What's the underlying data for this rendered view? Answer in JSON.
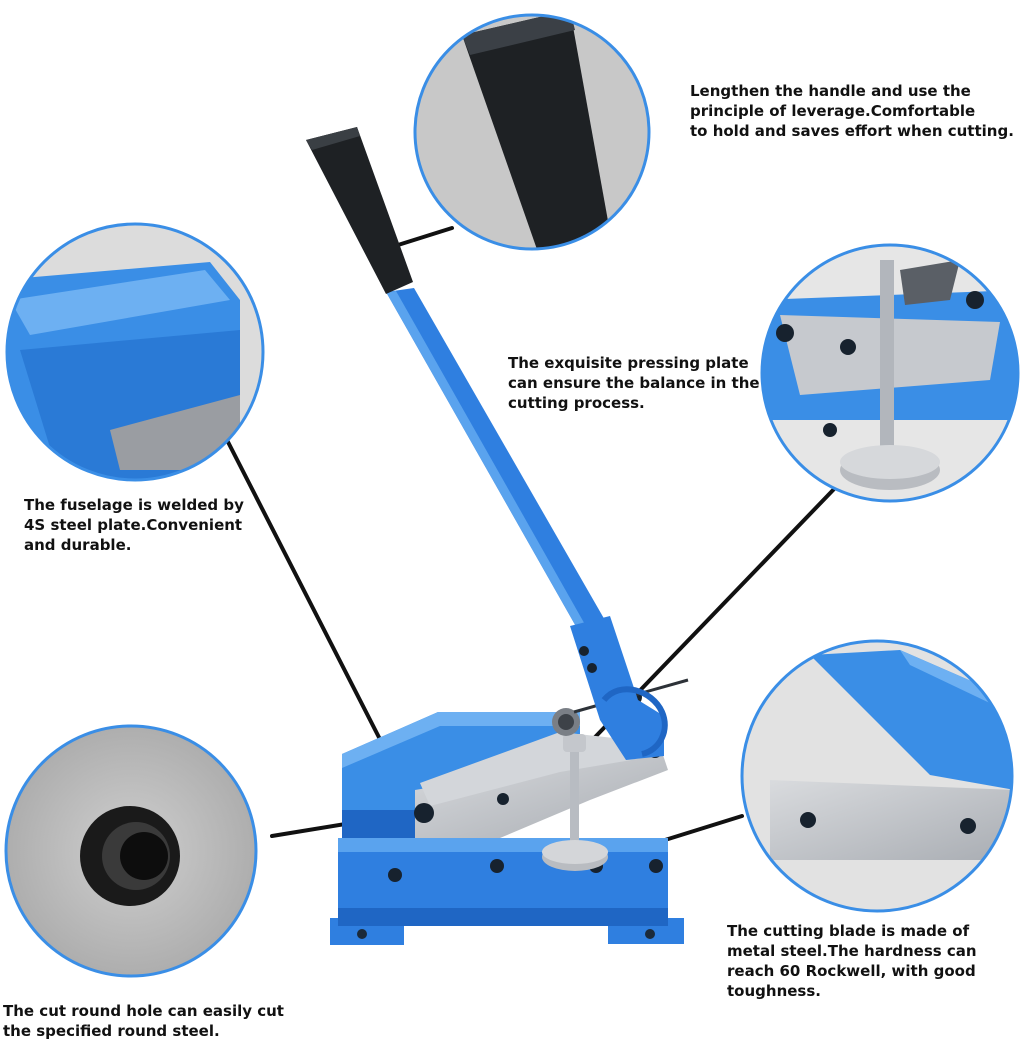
{
  "colors": {
    "accent_blue": "#3a8ee6",
    "machine_blue": "#2f7fe0",
    "machine_blue_dark": "#1f66c4",
    "grip_black": "#1e2124",
    "steel": "#c9ccd1",
    "leader_line": "#111111"
  },
  "captions": {
    "handle": "Lengthen the handle and use the\nprinciple of leverage.Comfortable\nto hold and saves effort when cutting.",
    "pressing_plate": "The exquisite pressing plate\ncan ensure the balance in the\ncutting process.",
    "fuselage": "The fuselage is welded by\n4S steel plate.Convenient\nand durable.",
    "blade": "The cutting blade is made of\nmetal steel.The hardness can\nreach 60 Rockwell, with good\ntoughness.",
    "round_hole": "The cut round hole can easily cut\nthe specified round steel."
  }
}
